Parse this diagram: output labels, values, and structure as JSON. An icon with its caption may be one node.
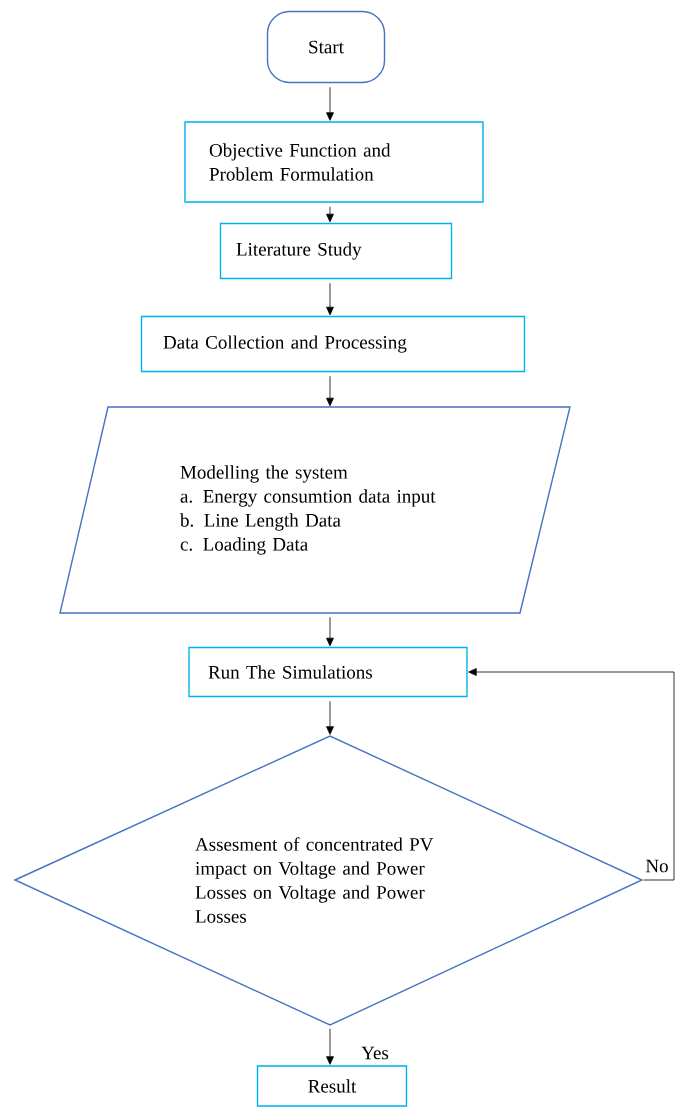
{
  "diagram": {
    "nodes": [
      {
        "text": [
          "Start"
        ]
      },
      {
        "text": [
          "Objective Function and Problem Formulation"
        ]
      },
      {
        "text": [
          "Literature Study"
        ]
      },
      {
        "text": [
          "Data Collection and Processing"
        ]
      },
      {
        "text": [
          "Modelling the system",
          "a. Energy consumtion data input",
          "b. Line Length Data",
          "c. Loading Data"
        ]
      },
      {
        "text": [
          "Run The Simulations"
        ]
      },
      {
        "text": [
          "Assesment of concentrated PV impact on Voltage and Power Losses on Voltage and Power Losses"
        ]
      },
      {
        "text": [
          "Result"
        ]
      }
    ],
    "edges": [
      {
        "from": 0,
        "to": 1,
        "arrow": "to"
      },
      {
        "from": 1,
        "to": 2,
        "arrow": "to"
      },
      {
        "from": 2,
        "to": 3,
        "arrow": "to"
      },
      {
        "from": 3,
        "to": 4,
        "arrow": "to"
      },
      {
        "from": 4,
        "to": 5,
        "arrow": "to"
      },
      {
        "from": 5,
        "to": 6,
        "arrow": "to"
      },
      {
        "from": 6,
        "to": 7,
        "label": "Yes",
        "arrow": "to"
      },
      {
        "from": 6,
        "to": 5,
        "label": "No",
        "arrow": "to"
      }
    ]
  }
}
